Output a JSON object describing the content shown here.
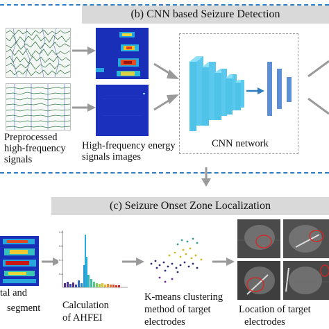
{
  "section_b": {
    "title": "(b) CNN based Seizure Detection"
  },
  "section_c": {
    "title": "(c) Seizure Onset Zone Localization"
  },
  "labels": {
    "preprocessed_1": "Preprocessed",
    "preprocessed_2": "high-frequency",
    "preprocessed_3": "signals",
    "energy_1": "High-frequency energy",
    "energy_2": "signals images",
    "cnn_network": "CNN network",
    "segment_1": "tal and",
    "segment_2": "segment",
    "calc_1": "Calculation",
    "calc_2": "of AHFEI",
    "kmeans_1": "K-means clustering",
    "kmeans_2": "method of target",
    "kmeans_3": "electrodes",
    "location_1": "Location of target",
    "location_2": "electrodes"
  },
  "colors": {
    "dash_line": "#2f7cc0",
    "banner_bg": "#d9d9d9",
    "arrow": "#9a9a9a",
    "cnn_block": "#4fc3e8",
    "fc_block": "#5b8fd6",
    "heatmap_bg": "#1a2fb8"
  },
  "icons": [
    "right-arrow-icon",
    "down-arrow-icon",
    "diagonal-arrow-icon"
  ]
}
